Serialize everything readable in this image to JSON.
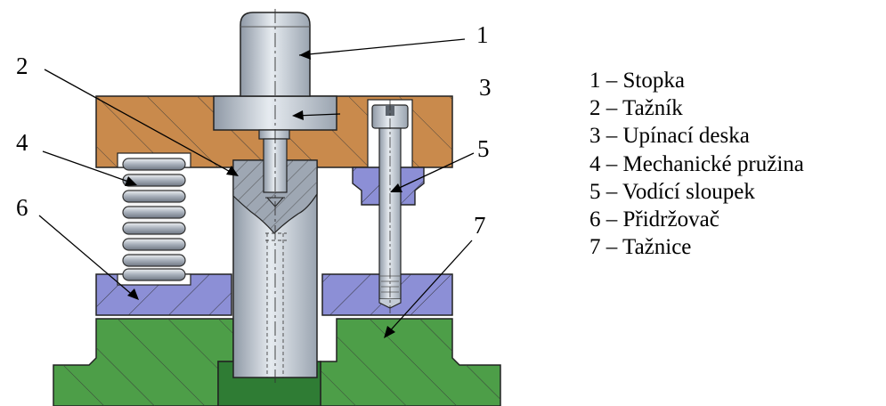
{
  "colors": {
    "upper_plate": "#c98a4c",
    "holder": "#8c8fd6",
    "die": "#4d9e48",
    "steel": "#c4ccd6",
    "outline": "#222222"
  },
  "icons": [
    "spring-icon",
    "screw-icon"
  ],
  "callouts": [
    {
      "id": "1",
      "text": "1"
    },
    {
      "id": "2",
      "text": "2"
    },
    {
      "id": "3",
      "text": "3"
    },
    {
      "id": "4",
      "text": "4"
    },
    {
      "id": "5",
      "text": "5"
    },
    {
      "id": "6",
      "text": "6"
    },
    {
      "id": "7",
      "text": "7"
    }
  ],
  "legend": [
    "1 – Stopka",
    "2 – Tažník",
    "3 – Upínací deska",
    "4 – Mechanické pružina",
    "5 – Vodící sloupek",
    "6 – Přidržovač",
    "7 – Tažnice"
  ]
}
